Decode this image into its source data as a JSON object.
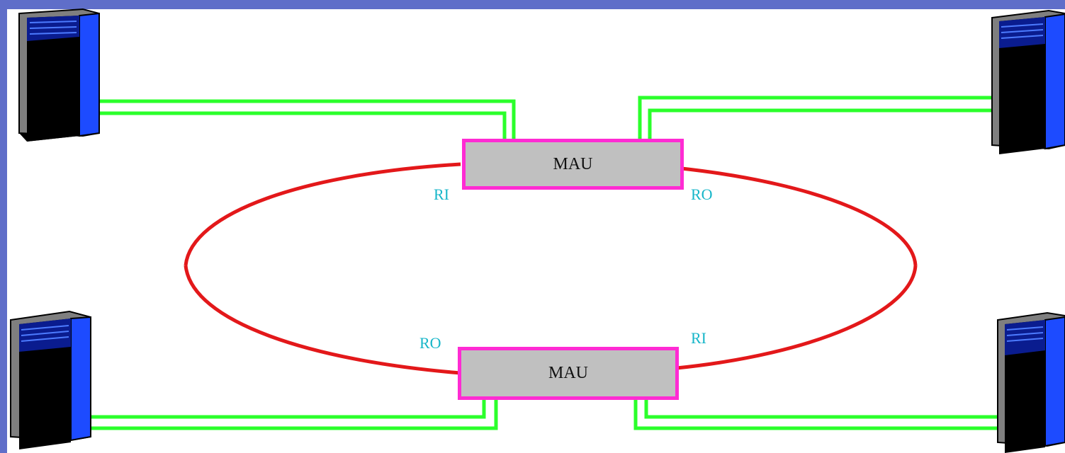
{
  "colors": {
    "frame": "#5f6ec9",
    "canvas": "#ffffff",
    "ring_cable": "#e3181a",
    "lobe_cable": "#2bff2b",
    "mau_fill": "#c0c0c0",
    "mau_border": "#ff2bd3",
    "port_label": "#17b6c9"
  },
  "mau_top": {
    "label": "MAU",
    "port_in": "RI",
    "port_out": "RO"
  },
  "mau_bottom": {
    "label": "MAU",
    "port_in": "RI",
    "port_out": "RO"
  },
  "icons": [
    "server-top-left-icon",
    "server-top-right-icon",
    "server-bottom-left-icon",
    "server-bottom-right-icon"
  ]
}
